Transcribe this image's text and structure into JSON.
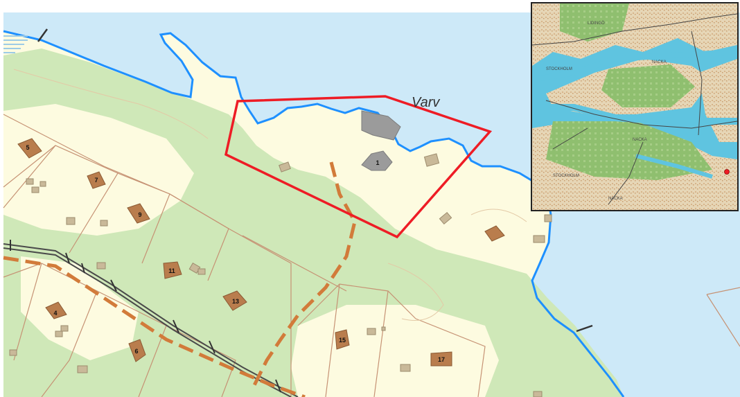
{
  "main_map": {
    "place_label": "Varv",
    "property_numbers": [
      "1",
      "4",
      "5",
      "6",
      "7",
      "9",
      "11",
      "13",
      "15",
      "17"
    ]
  },
  "inset_map": {
    "labels": [
      "LIDINGÖ",
      "STOCKHOLM",
      "NACKA",
      "NACKA",
      "STOCKHOLM",
      "NACKA"
    ]
  },
  "colors": {
    "water": "#cde9f8",
    "land": "#fdfbe0",
    "forest": "#cfe8b8",
    "shoreline": "#1e90ff",
    "boundary_red": "#ee1c25",
    "building_brown": "#b97d4d",
    "building_gray": "#9b9b9b",
    "road_dash": "#d27b3a",
    "inset_water": "#5fc4e0",
    "location_marker": "#ee1c25"
  }
}
